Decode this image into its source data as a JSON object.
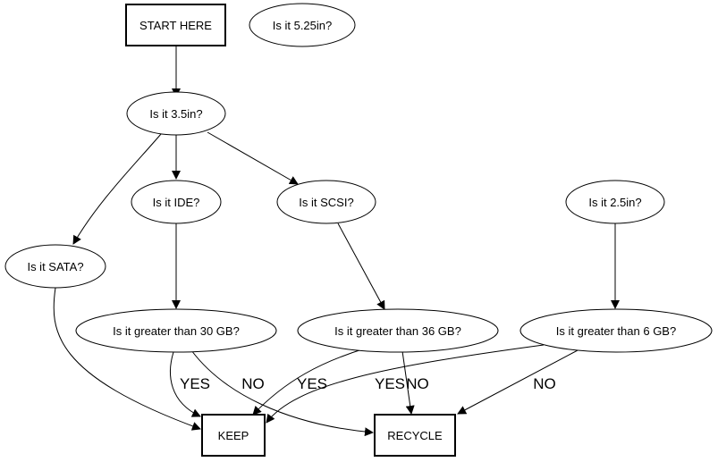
{
  "nodes": {
    "start": "START HERE",
    "q525": "Is it 5.25in?",
    "q35": "Is it 3.5in?",
    "q25": "Is it 2.5in?",
    "ide": "Is it IDE?",
    "scsi": "Is it SCSI?",
    "sata": "Is it SATA?",
    "gt30": "Is it greater than 30 GB?",
    "gt36": "Is it greater than 36 GB?",
    "gt6": "Is it greater than 6 GB?",
    "keep": "KEEP",
    "recycle": "RECYCLE"
  },
  "edge_labels": {
    "gt30_keep": "YES",
    "gt30_recycle": "NO",
    "gt36_keep": "YES",
    "gt36_recycle": "NO",
    "gt6_keep": "YES",
    "gt6_recycle": "NO"
  }
}
